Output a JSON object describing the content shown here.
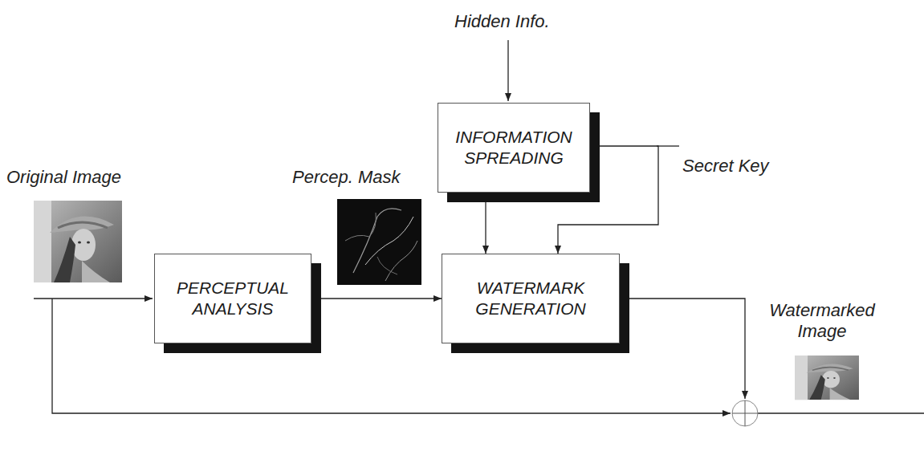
{
  "diagram": {
    "nodes": [
      {
        "text": [
          "INFORMATION SPREADING"
        ]
      },
      {
        "text": [
          "PERCEPTUAL ANALYSIS"
        ]
      },
      {
        "text": [
          "WATERMARK GENERATION"
        ]
      }
    ],
    "edges": [
      {
        "from": 0,
        "to": 2,
        "arrow": "to"
      },
      {
        "from": 0,
        "to": 2,
        "arrow": "to"
      },
      {
        "from": 1,
        "to": 2,
        "arrow": "to"
      }
    ],
    "labels": [
      "Hidden Info.",
      "Secret Key",
      "Original Image",
      "Percep. Mask",
      "Watermarked Image"
    ]
  }
}
